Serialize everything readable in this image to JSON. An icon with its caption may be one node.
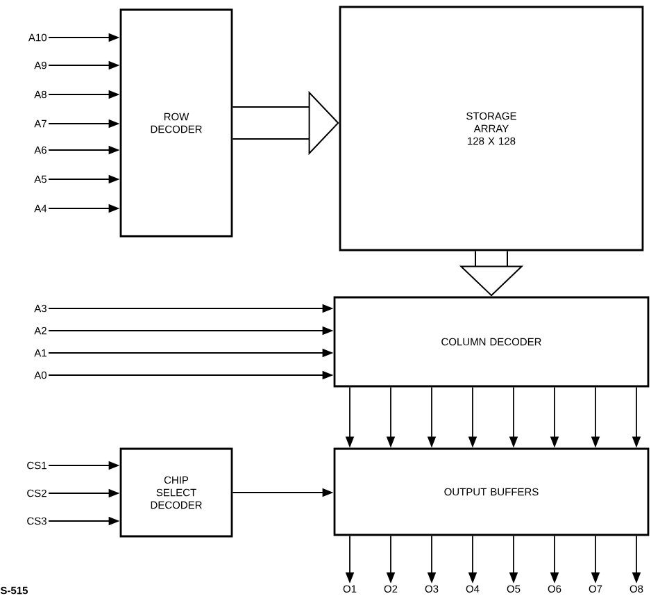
{
  "diagram": {
    "nodes": [
      {
        "text": [
          "ROW DECODER"
        ]
      },
      {
        "text": [
          "STORAGE ARRAY 128 X 128"
        ]
      },
      {
        "text": [
          "COLUMN DECODER"
        ]
      },
      {
        "text": [
          "CHIP SELECT DECODER"
        ]
      },
      {
        "text": [
          "OUTPUT BUFFERS"
        ]
      },
      {
        "text": [
          "A10"
        ]
      },
      {
        "text": [
          "A9"
        ]
      },
      {
        "text": [
          "A8"
        ]
      },
      {
        "text": [
          "A7"
        ]
      },
      {
        "text": [
          "A6"
        ]
      },
      {
        "text": [
          "A5"
        ]
      },
      {
        "text": [
          "A4"
        ]
      },
      {
        "text": [
          "A3"
        ]
      },
      {
        "text": [
          "A2"
        ]
      },
      {
        "text": [
          "A1"
        ]
      },
      {
        "text": [
          "A0"
        ]
      },
      {
        "text": [
          "CS1"
        ]
      },
      {
        "text": [
          "CS2"
        ]
      },
      {
        "text": [
          "CS3"
        ]
      },
      {
        "text": [
          "O1"
        ]
      },
      {
        "text": [
          "O2"
        ]
      },
      {
        "text": [
          "O3"
        ]
      },
      {
        "text": [
          "O4"
        ]
      },
      {
        "text": [
          "O5"
        ]
      },
      {
        "text": [
          "O6"
        ]
      },
      {
        "text": [
          "O7"
        ]
      },
      {
        "text": [
          "O8"
        ]
      }
    ],
    "edges": [
      {
        "from": 5,
        "to": 0,
        "arrow": "to"
      },
      {
        "from": 6,
        "to": 0,
        "arrow": "to"
      },
      {
        "from": 7,
        "to": 0,
        "arrow": "to"
      },
      {
        "from": 8,
        "to": 0,
        "arrow": "to"
      },
      {
        "from": 9,
        "to": 0,
        "arrow": "to"
      },
      {
        "from": 10,
        "to": 0,
        "arrow": "to"
      },
      {
        "from": 11,
        "to": 0,
        "arrow": "to"
      },
      {
        "from": 0,
        "to": 1,
        "arrow": "to",
        "style": "thick"
      },
      {
        "from": 1,
        "to": 2,
        "arrow": "to",
        "style": "thick"
      },
      {
        "from": 12,
        "to": 2,
        "arrow": "to"
      },
      {
        "from": 13,
        "to": 2,
        "arrow": "to"
      },
      {
        "from": 14,
        "to": 2,
        "arrow": "to"
      },
      {
        "from": 15,
        "to": 2,
        "arrow": "to"
      },
      {
        "from": 2,
        "to": 4,
        "arrow": "to"
      },
      {
        "from": 2,
        "to": 4,
        "arrow": "to"
      },
      {
        "from": 2,
        "to": 4,
        "arrow": "to"
      },
      {
        "from": 2,
        "to": 4,
        "arrow": "to"
      },
      {
        "from": 2,
        "to": 4,
        "arrow": "to"
      },
      {
        "from": 2,
        "to": 4,
        "arrow": "to"
      },
      {
        "from": 2,
        "to": 4,
        "arrow": "to"
      },
      {
        "from": 2,
        "to": 4,
        "arrow": "to"
      },
      {
        "from": 16,
        "to": 3,
        "arrow": "to"
      },
      {
        "from": 17,
        "to": 3,
        "arrow": "to"
      },
      {
        "from": 18,
        "to": 3,
        "arrow": "to"
      },
      {
        "from": 3,
        "to": 4,
        "arrow": "to"
      },
      {
        "from": 4,
        "to": 19,
        "arrow": "to"
      },
      {
        "from": 4,
        "to": 20,
        "arrow": "to"
      },
      {
        "from": 4,
        "to": 21,
        "arrow": "to"
      },
      {
        "from": 4,
        "to": 22,
        "arrow": "to"
      },
      {
        "from": 4,
        "to": 23,
        "arrow": "to"
      },
      {
        "from": 4,
        "to": 24,
        "arrow": "to"
      },
      {
        "from": 4,
        "to": 25,
        "arrow": "to"
      },
      {
        "from": 4,
        "to": 26,
        "arrow": "to"
      }
    ],
    "labels": [
      "S-515"
    ]
  }
}
